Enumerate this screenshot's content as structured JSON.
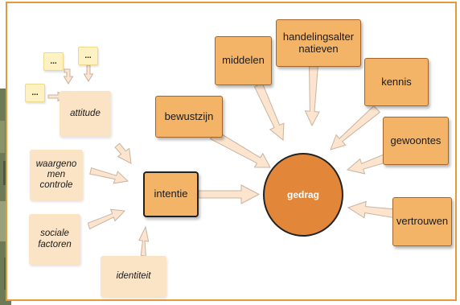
{
  "center": {
    "label": "gedrag"
  },
  "intention": {
    "label": "intentie"
  },
  "factors": {
    "bewustzijn": "bewustzijn",
    "middelen": "middelen",
    "handelingsalternatieven": "handelingsalter\nnatieven",
    "kennis": "kennis",
    "gewoontes": "gewoontes",
    "vertrouwen": "vertrouwen"
  },
  "antecedents": {
    "attitude": "attitude",
    "waargenomen_controle": "waargeno\nmen\ncontrole",
    "sociale_factoren": "sociale\nfactoren",
    "identiteit": "identiteit"
  },
  "ellipsis": "...",
  "colors": {
    "frame": "#e39a3d",
    "factor_fill": "#f4b467",
    "pale_fill": "#fbe3c6",
    "ellipsis_fill": "#fff2c2",
    "center_fill": "#e2863a",
    "arrow_fill": "#fce4cf"
  }
}
